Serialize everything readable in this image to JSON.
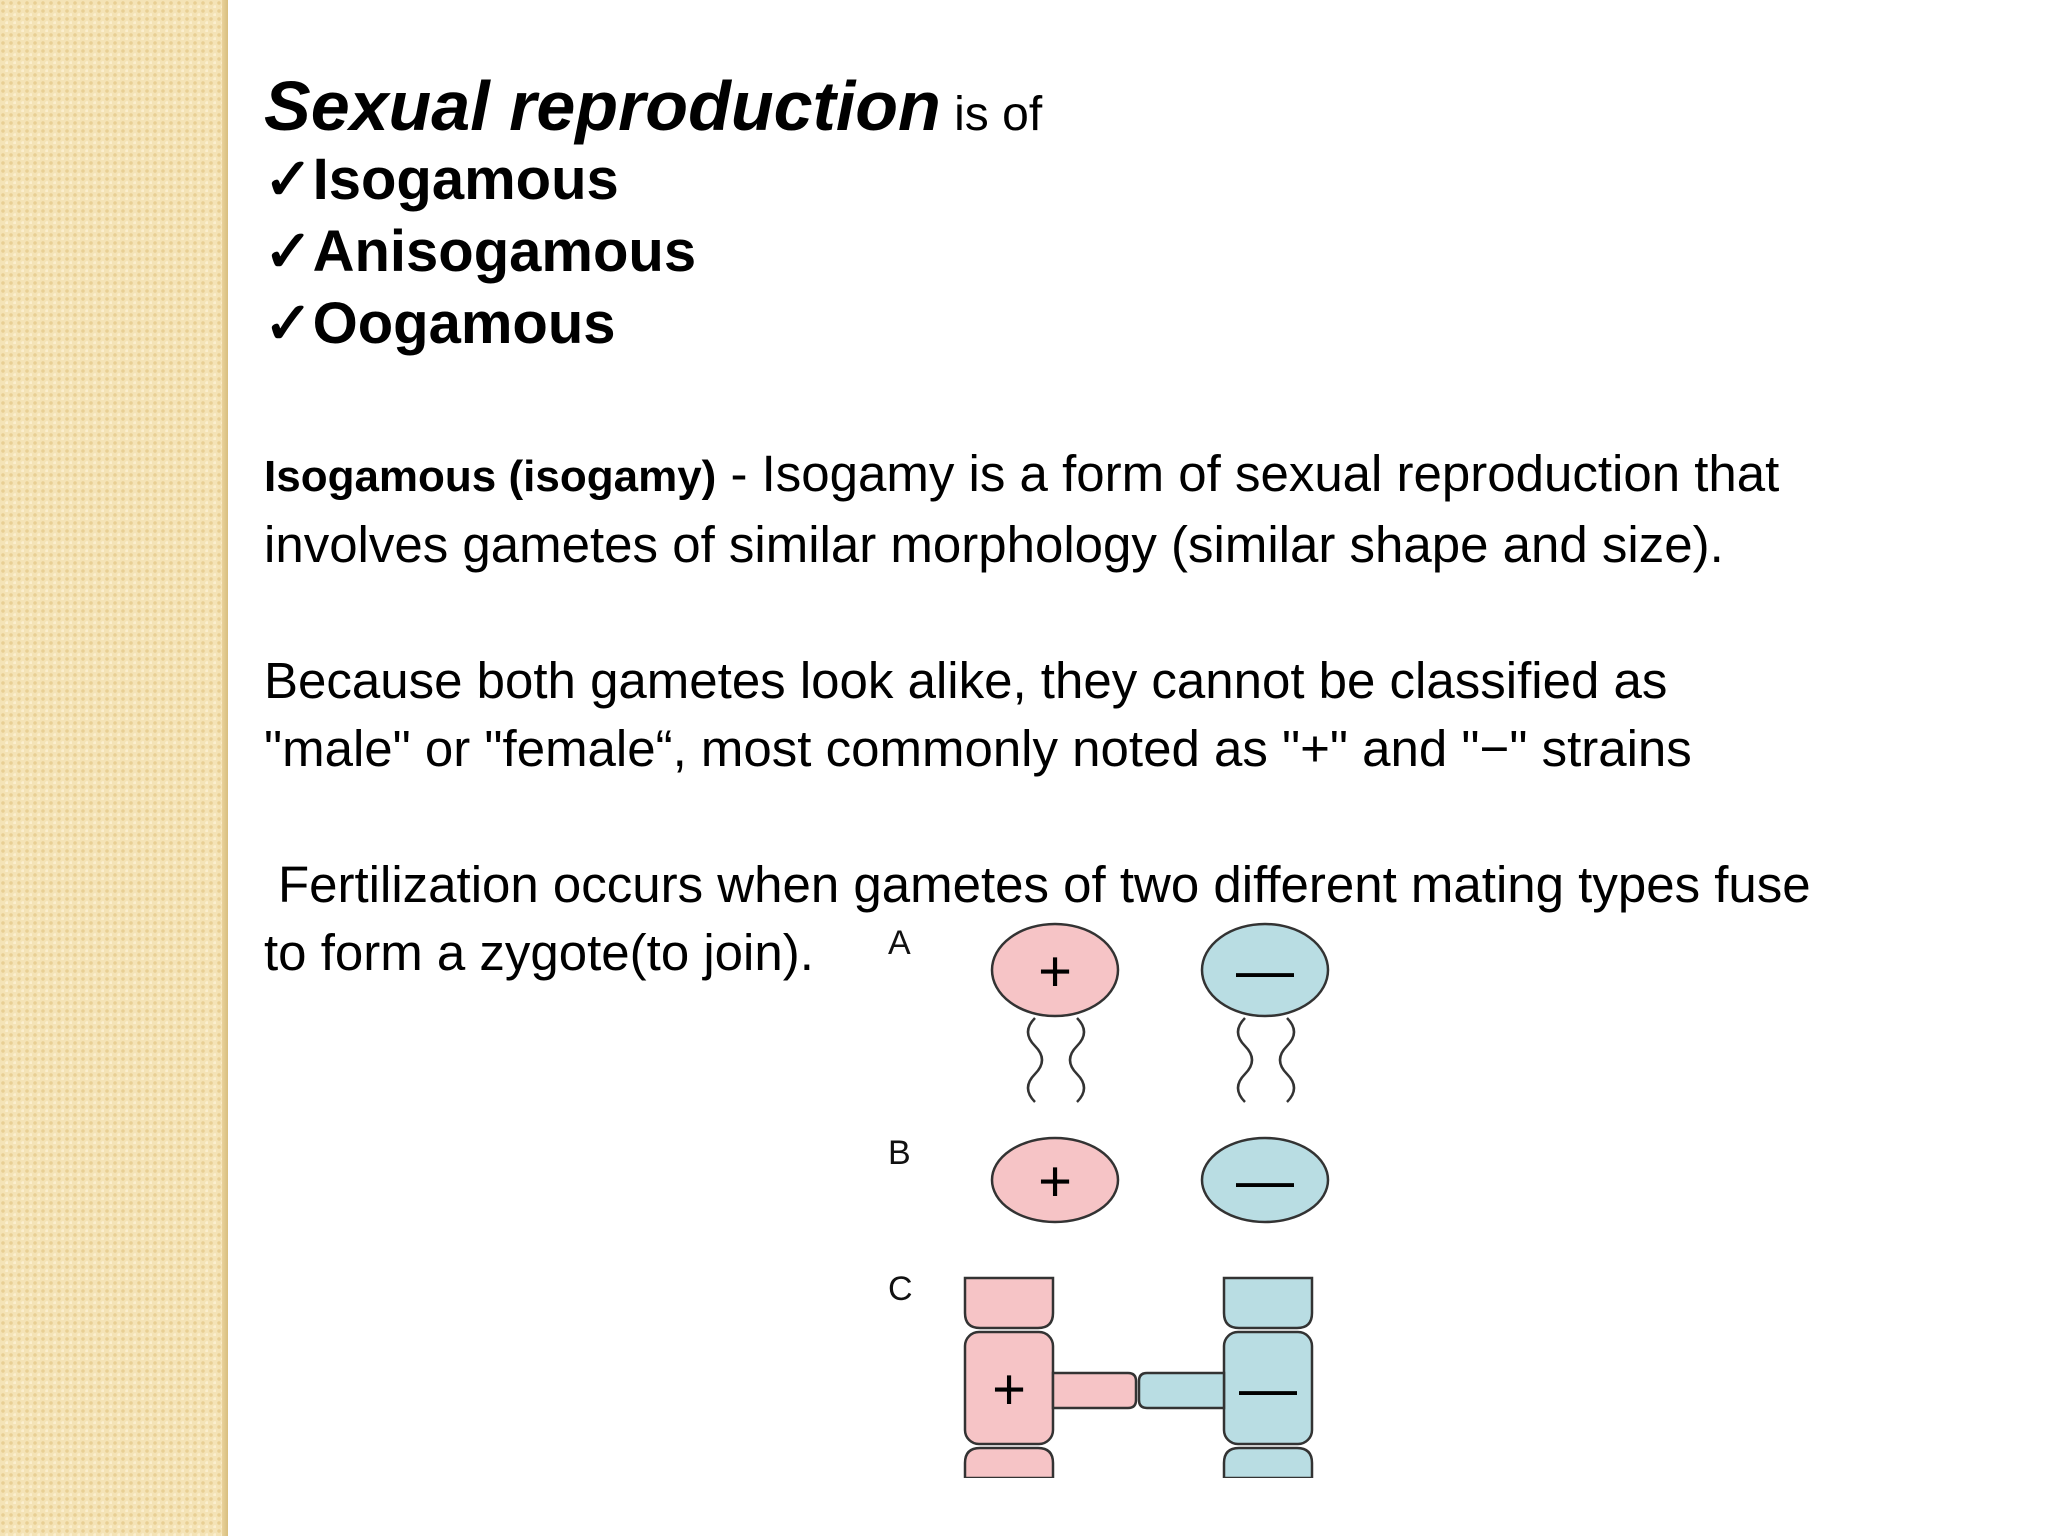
{
  "title": {
    "strong": "Sexual reproduction",
    "rest": " is of"
  },
  "types": [
    {
      "check": "✓",
      "label": "Isogamous"
    },
    {
      "check": "✓",
      "label": "Anisogamous"
    },
    {
      "check": "✓",
      "label": "Oogamous"
    }
  ],
  "definition": {
    "term": "Isogamous (isogamy)",
    "line1": " - Isogamy is a form of sexual reproduction that",
    "line2": "involves gametes of similar morphology (similar shape and size)."
  },
  "classification": {
    "line1": "Because both gametes look alike, they cannot be classified as",
    "line2": "\"male\" or \"female“,  most commonly noted as \"+\" and \"−\" strains"
  },
  "fertilization": {
    "line1": "Fertilization occurs when gametes of two different mating types fuse",
    "line2": "to form a zygote(to join)."
  },
  "diagram": {
    "labels": [
      "A",
      "B",
      "C"
    ],
    "plus_sign": "+",
    "minus_sign": "—",
    "colors": {
      "plus_fill": "#f6c4c6",
      "minus_fill": "#b9dde3",
      "stroke": "#333333"
    }
  }
}
